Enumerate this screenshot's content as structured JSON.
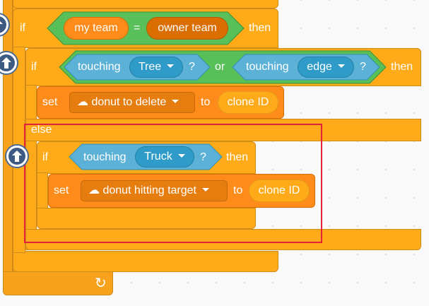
{
  "outer_if": {
    "keyword": "if",
    "then": "then",
    "left_var": "my team",
    "equals_sign": "=",
    "right_var": "owner team"
  },
  "inner_if": {
    "keyword": "if",
    "then": "then",
    "left_touching": {
      "label": "touching",
      "target": "Tree",
      "question": "?"
    },
    "or_label": "or",
    "right_touching": {
      "label": "touching",
      "target": "edge",
      "question": "?"
    }
  },
  "set_delete": {
    "set_label": "set",
    "variable": "☁ donut to delete",
    "to_label": "to",
    "value": "clone ID"
  },
  "else_label": "else",
  "truck_if": {
    "keyword": "if",
    "then": "then",
    "touching": {
      "label": "touching",
      "target": "Truck",
      "question": "?"
    }
  },
  "set_hitting": {
    "set_label": "set",
    "variable": "☁ donut hitting target",
    "to_label": "to",
    "value": "clone ID"
  },
  "loop_arrow": "↻",
  "colors": {
    "control": "#FFAB19",
    "sensing": "#5CB1D6",
    "variables": "#FF8C1A",
    "operators": "#59C059",
    "highlight": "#E6223A"
  }
}
